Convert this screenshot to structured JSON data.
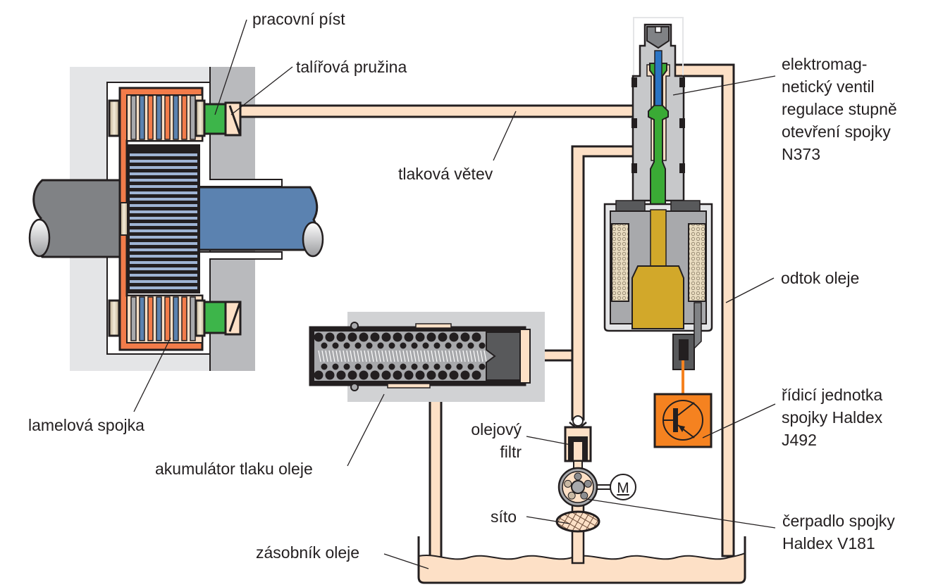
{
  "title": "Hydraulický okruh spojky Haldex",
  "colors": {
    "oil": "#fde0c6",
    "outline": "#231f20",
    "housing_light": "#e4e5e7",
    "housing_dark": "#b9babd",
    "clutch_orange": "#f27c4a",
    "steel_blue": "#5b82b0",
    "shaft_gray": "#808285",
    "piston_green": "#3db54a",
    "valve_green": "#3aaa35",
    "armature_gold": "#d2a82a",
    "control_unit_orange": "#f58220",
    "plunger_blue": "#2a74c4",
    "accumulator_bg": "#d1d2d4"
  },
  "labels": {
    "working_piston": "pracovní píst",
    "disc_spring": "talířová pružina",
    "pressure_branch": "tlaková větev",
    "solenoid_valve": "elektromag-\nnetický ventil\nregulace stupně\notevření spojky\nN373",
    "oil_drain": "odtok oleje",
    "multi_plate_clutch": "lamelová spojka",
    "control_unit": "řídicí jednotka\nspojky Haldex\nJ492",
    "oil_filter": "olejový\nfiltr",
    "pressure_accumulator": "akumulátor tlaku oleje",
    "strainer": "síto",
    "pump": "čerpadlo spojky\nHaldex V181",
    "oil_reservoir": "zásobník oleje",
    "motor_symbol": "M"
  }
}
